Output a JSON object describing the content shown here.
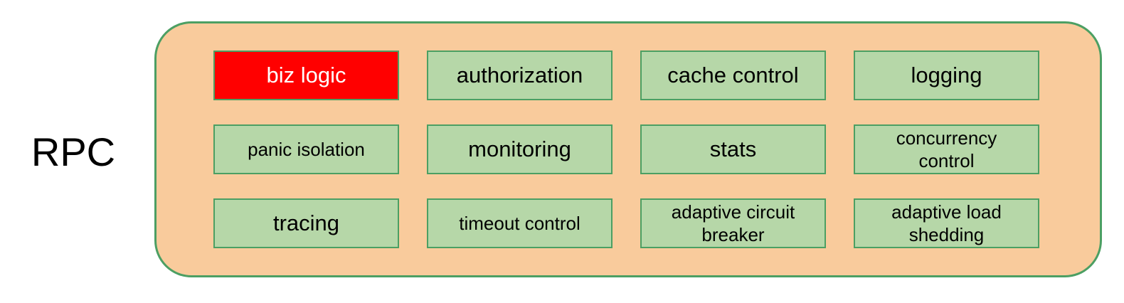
{
  "diagram": {
    "title": "RPC",
    "boxes": [
      {
        "label": "biz logic",
        "highlighted": true
      },
      {
        "label": "authorization",
        "highlighted": false
      },
      {
        "label": "cache control",
        "highlighted": false
      },
      {
        "label": "logging",
        "highlighted": false
      },
      {
        "label": "panic isolation",
        "highlighted": false
      },
      {
        "label": "monitoring",
        "highlighted": false
      },
      {
        "label": "stats",
        "highlighted": false
      },
      {
        "label": "concurrency control",
        "highlighted": false
      },
      {
        "label": "tracing",
        "highlighted": false
      },
      {
        "label": "timeout control",
        "highlighted": false
      },
      {
        "label": "adaptive circuit breaker",
        "highlighted": false
      },
      {
        "label": "adaptive load shedding",
        "highlighted": false
      }
    ],
    "colors": {
      "container_fill": "#F9CB9C",
      "container_border": "#4C9F63",
      "box_fill": "#B6D7A8",
      "box_border": "#4C9F63",
      "highlight_fill": "#FF0000",
      "highlight_text": "#FFFFFF"
    }
  }
}
